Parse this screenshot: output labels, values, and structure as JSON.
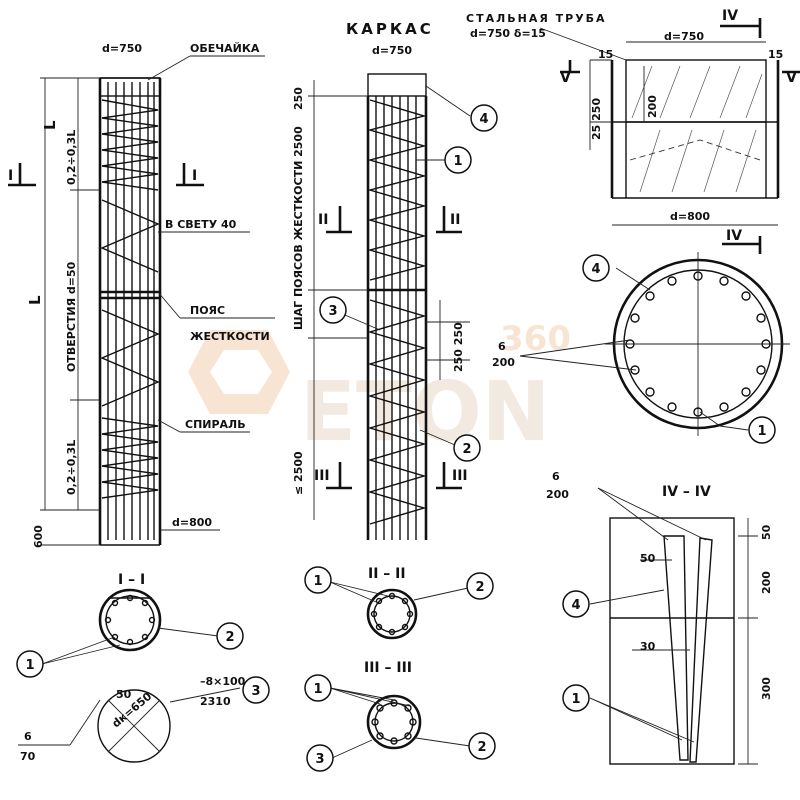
{
  "labels": {
    "d750_left": "d=750",
    "obechayka": "ОБЕЧАЙКА",
    "L_top": "L",
    "frac_top": "0,2÷0,3L",
    "otverstiya": "ОТВЕРСТИЯ d=50",
    "L_main": "L",
    "v_svetu": "В СВЕТУ 40",
    "poyas": "ПОЯС",
    "zhestkosti": "ЖЕСТКОСТИ",
    "spiral": "СПИРАЛЬ",
    "frac_bot": "0,2÷0,3L",
    "dim_600": "600",
    "d800_left": "d=800",
    "sec_I_left": "I",
    "sec_I_right": "I",
    "karkas": "КАРКАС",
    "d750_mid": "d=750",
    "dim_250": "250",
    "shag_poyasov": "ШАГ ПОЯСОВ ЖЕСТКОСТИ 2500",
    "dim_2500": "≤ 2500",
    "dim_250_250": "250 250",
    "sec_II_left": "II",
    "sec_II_right": "II",
    "sec_III_left": "III",
    "sec_III_right": "III",
    "stalnaya_truba": "СТАЛЬНАЯ ТРУБА",
    "truba_dims": "d=750  δ=15",
    "sec_IV_top": "IV",
    "d750_right": "d=750",
    "dim_15_left": "15",
    "dim_15_right": "15",
    "sec_V_left": "V",
    "sec_V_right": "V",
    "dim_25_250": "25 250",
    "dim_200": "200",
    "d800_right": "d=800",
    "sec_IV_plan": "IV",
    "weld_6": "6",
    "weld_200": "200",
    "weld_6b": "6",
    "weld_200b": "200",
    "sec_title_I": "I – I",
    "sec_title_II": "II – II",
    "sec_title_III": "III – III",
    "sec_title_IV": "IV – IV",
    "plate_dims": "–8×100",
    "plate_len": "2310",
    "dim_50": "50",
    "dim_dk650": "dк=650",
    "weld_6c": "6",
    "weld_70": "70",
    "dim_50_iv": "50",
    "dim_30_iv": "30",
    "dim_50_top_iv": "50",
    "dim_200_iv": "200",
    "dim_300_iv": "300"
  },
  "markers": {
    "m1": "1",
    "m2": "2",
    "m3": "3",
    "m4": "4"
  },
  "watermark": {
    "brand": "ETON",
    "sub": "360",
    "color": "#f0c9a6"
  }
}
